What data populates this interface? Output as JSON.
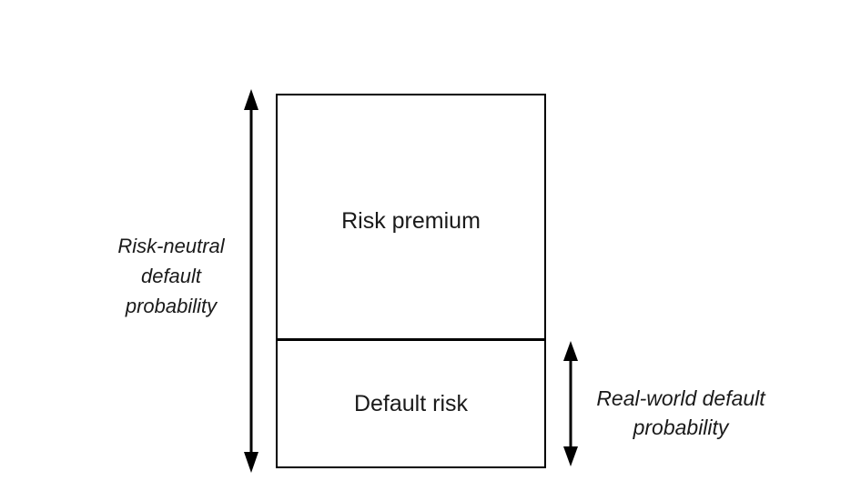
{
  "diagram": {
    "box": {
      "top_segment_label": "Risk premium",
      "bottom_segment_label": "Default risk"
    },
    "left_annotation": {
      "label": "Risk-neutral\ndefault\nprobability",
      "arrow": "double-headed-vertical-arrow",
      "spans": "full height of stacked box"
    },
    "right_annotation": {
      "label": "Real-world default\nprobability",
      "arrow": "double-headed-vertical-arrow",
      "spans": "bottom segment only"
    },
    "colors": {
      "line": "#000000",
      "text": "#1a1a1a",
      "background": "#ffffff"
    }
  }
}
